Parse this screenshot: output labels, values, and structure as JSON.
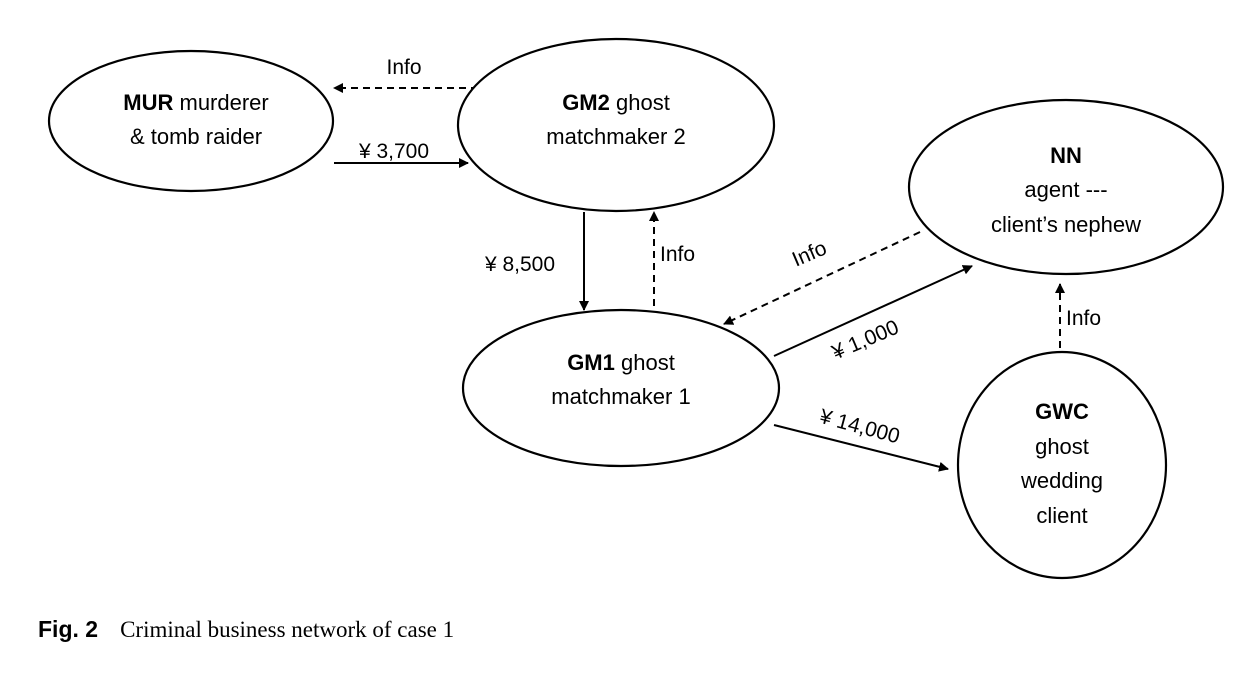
{
  "nodes": {
    "mur": {
      "abbr": "MUR",
      "line1_rest": " murderer",
      "line2": "& tomb raider"
    },
    "gm2": {
      "abbr": "GM2",
      "line1_rest": " ghost",
      "line2": "matchmaker 2"
    },
    "nn": {
      "abbr": "NN",
      "line2": "agent ---",
      "line3": "client’s nephew"
    },
    "gm1": {
      "abbr": "GM1",
      "line1_rest": " ghost",
      "line2": "matchmaker 1"
    },
    "gwc": {
      "abbr": "GWC",
      "line2": "ghost",
      "line3": "wedding",
      "line4": "client"
    }
  },
  "edges": {
    "gm2_to_mur": {
      "label": "Info",
      "style": "dashed"
    },
    "mur_to_gm2": {
      "label": "¥ 3,700",
      "style": "solid"
    },
    "gm2_to_gm1": {
      "label": "¥ 8,500",
      "style": "solid"
    },
    "gm1_to_gm2": {
      "label": "Info",
      "style": "dashed"
    },
    "nn_to_gm1": {
      "label": "Info",
      "style": "dashed"
    },
    "gm1_to_nn": {
      "label": "¥ 1,000",
      "style": "solid"
    },
    "gwc_to_nn": {
      "label": "Info",
      "style": "dashed"
    },
    "gm1_to_gwc": {
      "label": "¥ 14,000",
      "style": "solid"
    }
  },
  "caption": {
    "label": "Fig. 2",
    "text": "Criminal business network of case 1"
  }
}
